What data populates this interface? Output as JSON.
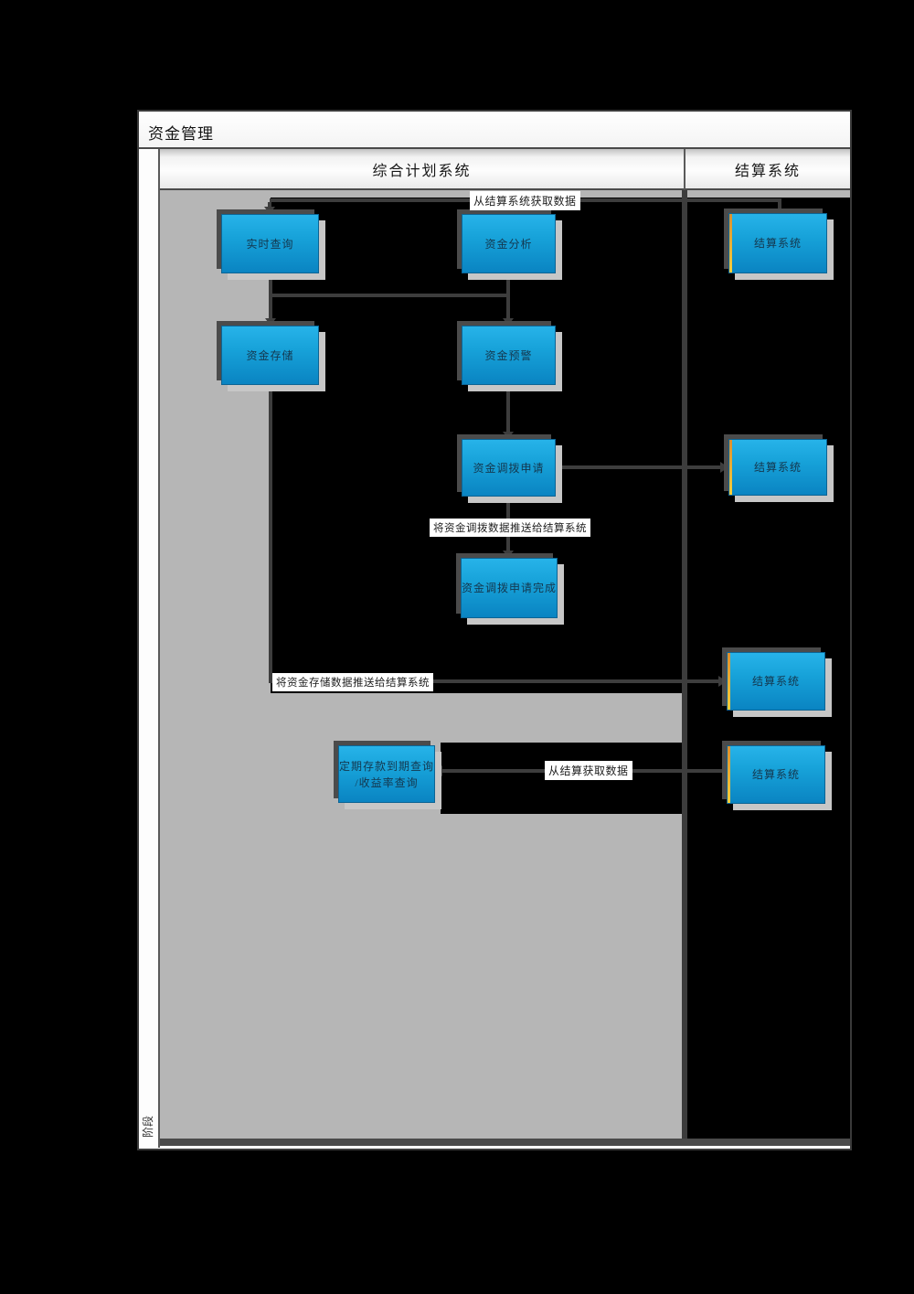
{
  "title": "资金管理",
  "stage_label": "阶段",
  "lanes": [
    {
      "label": "综合计划系统"
    },
    {
      "label": "结算系统"
    }
  ],
  "nodes": [
    {
      "id": "realtime-query",
      "label": "实时查询"
    },
    {
      "id": "fund-analysis",
      "label": "资金分析"
    },
    {
      "id": "fund-storage",
      "label": "资金存储"
    },
    {
      "id": "fund-alert",
      "label": "资金预警"
    },
    {
      "id": "fund-transfer-request",
      "label": "资金调拨申请"
    },
    {
      "id": "fund-transfer-request-complete",
      "label": "资金调拨申请完成"
    },
    {
      "id": "term-deposit-query",
      "label": "定期存款到期查询\n/收益率查询"
    },
    {
      "id": "settlement-system-1",
      "label": "结算系统"
    },
    {
      "id": "settlement-system-2",
      "label": "结算系统"
    },
    {
      "id": "settlement-system-3",
      "label": "结算系统"
    },
    {
      "id": "settlement-system-4",
      "label": "结算系统"
    }
  ],
  "edges": [
    {
      "from": "settlement-system-1",
      "to": "fund-analysis",
      "label": "从结算系统获取数据"
    },
    {
      "from": "settlement-system-1",
      "to": "realtime-query",
      "label": ""
    },
    {
      "from": "realtime-query",
      "to": "fund-storage",
      "label": ""
    },
    {
      "from": "fund-analysis",
      "to": "fund-alert",
      "label": ""
    },
    {
      "from": "fund-alert",
      "to": "fund-transfer-request",
      "label": ""
    },
    {
      "from": "fund-transfer-request",
      "to": "settlement-system-2",
      "label": ""
    },
    {
      "from": "fund-transfer-request",
      "to": "fund-transfer-request-complete",
      "label": "将资金调拨数据推送给结算系统"
    },
    {
      "from": "fund-storage",
      "to": "settlement-system-3",
      "label": "将资金存储数据推送给结算系统"
    },
    {
      "from": "settlement-system-4",
      "to": "term-deposit-query",
      "label": "从结算获取数据"
    }
  ],
  "colors": {
    "node_fill_top": "#27b3e9",
    "node_fill_bottom": "#0a84c2",
    "node_border": "#0d6494",
    "node_text": "#14374e",
    "connector": "#3d3d3d",
    "lane_fill_gray": "#b6b6b6",
    "card_shadow": "#c7c7c7",
    "dark_shadow": "#4b4b4b",
    "accent_stripe_top": "#dd8f2f",
    "accent_stripe_bottom": "#f6d03c"
  }
}
